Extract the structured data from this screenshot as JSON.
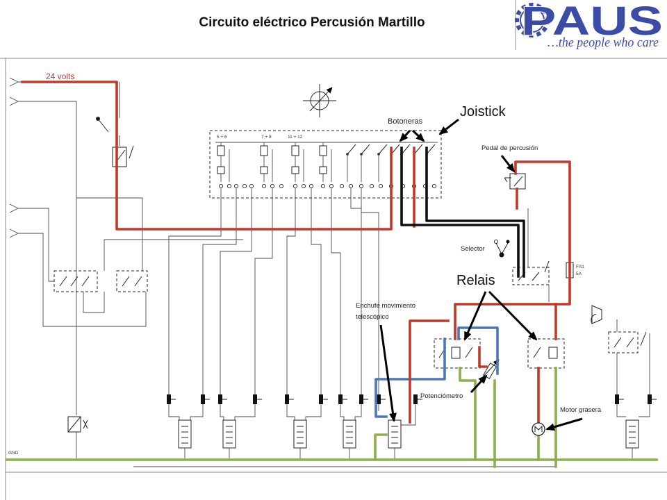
{
  "header": {
    "title": "Circuito eléctrico Percusión Martillo"
  },
  "logo": {
    "name": "PAUS",
    "tagline": "…the people who care",
    "brand_color": "#3b4ca6",
    "icon": "gear-icon"
  },
  "labels": {
    "supply": "24 volts",
    "botoneras": "Botoneras",
    "joistick": "Joistick",
    "pedal": "Pedal de percusión",
    "selector": "Selector",
    "relais": "Relais",
    "enchufe_line1": "Enchufe movimiento",
    "enchufe_line2": "telescópico",
    "potenciometro": "Potenciómetro",
    "motor": "Motor grasera"
  },
  "schematic_text": {
    "bank_1": "5 + 6",
    "bank_2": "7 + 8",
    "bank_3": "11 + 12",
    "ground": "GND",
    "fuse_id": "FS1",
    "fuse_rating": "5A"
  },
  "wire_colors": {
    "supply": "#c0392b",
    "control": "#111111",
    "signal": "#4a78b6",
    "ground": "#8bb04b"
  }
}
